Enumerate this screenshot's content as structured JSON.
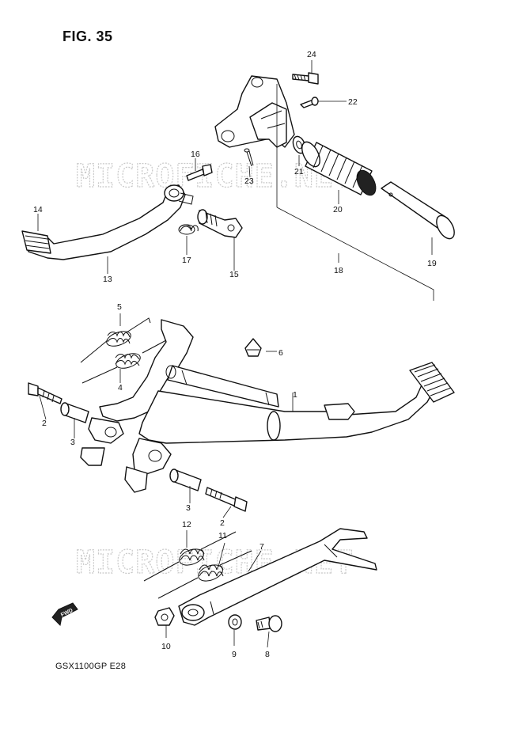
{
  "title": "FIG. 35",
  "model_code": "GSX1100GP  E28",
  "watermark": "MICROFICHE.NET",
  "fwd_label": "FWD",
  "callouts": [
    "1",
    "2",
    "2",
    "3",
    "3",
    "4",
    "5",
    "6",
    "7",
    "8",
    "9",
    "10",
    "11",
    "12",
    "13",
    "14",
    "15",
    "16",
    "17",
    "18",
    "19",
    "20",
    "21",
    "22",
    "23",
    "24"
  ]
}
